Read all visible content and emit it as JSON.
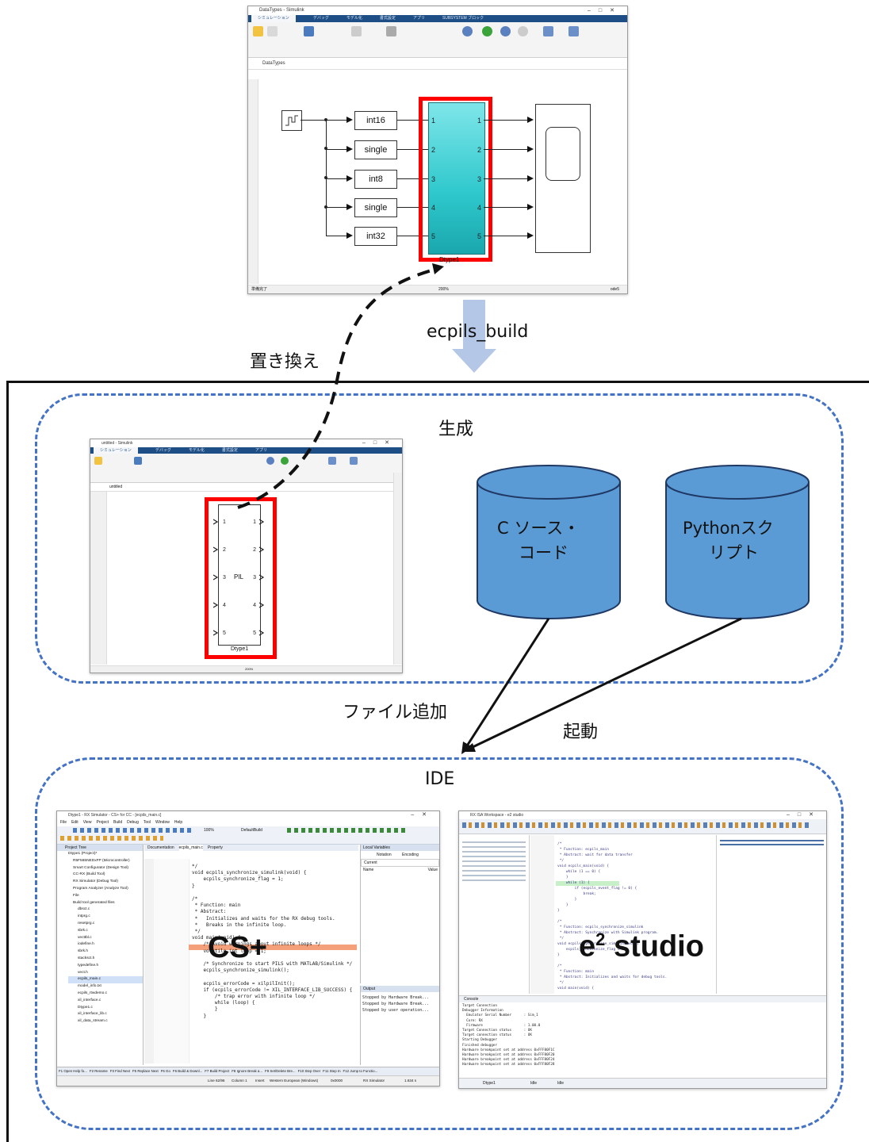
{
  "labels": {
    "build": "ecpils_build",
    "replace": "置き換え",
    "generate": "生成",
    "add_file": "ファイル追加",
    "launch": "起動",
    "ide": "IDE",
    "cs_plus": "CS+",
    "e2_base": "e",
    "e2_sup": "2",
    "e2_rest": " studio"
  },
  "top_window": {
    "title": "DataTypes - Simulink",
    "tabs": [
      "シミュレーション",
      "デバッグ",
      "モデル化",
      "書式設定",
      "アプリ",
      "SUBSYSTEM ブロック"
    ],
    "breadcrumb": "DataTypes",
    "signals": [
      "int16",
      "single",
      "int8",
      "single",
      "int32"
    ],
    "in_ports": [
      "1",
      "2",
      "3",
      "4",
      "5"
    ],
    "out_ports": [
      "1",
      "2",
      "3",
      "4",
      "5"
    ],
    "block_name": "Dtype1",
    "status_left": "準備完了",
    "status_zoom": "200%",
    "status_right": "ode5"
  },
  "mid_window": {
    "title": "untitled - Simulink",
    "breadcrumb": "untitled",
    "in_ports": [
      "1",
      "2",
      "3",
      "4",
      "5"
    ],
    "out_ports": [
      "1",
      "2",
      "3",
      "4",
      "5"
    ],
    "block_label": "PIL",
    "block_name": "Dtype1",
    "status_zoom": "200%"
  },
  "cylinders": {
    "c_source": [
      "C ソース・",
      "コード"
    ],
    "python": [
      "Pythonスク",
      "リプト"
    ]
  },
  "csplus_window": {
    "title": "Dtype1 - RX Simulator - CS+ for CC - [ecpils_main.c]",
    "menu": [
      "File",
      "Edit",
      "View",
      "Project",
      "Build",
      "Debug",
      "Tool",
      "Window",
      "Help"
    ],
    "zoom": "100%",
    "build_mode": "DefaultBuild",
    "project_tree_title": "Project Tree",
    "tree_items": [
      "Dtype1 (Project)*",
      "R5F565NEDxFP (Microcontroller)",
      "Smart Configurator (Design Tool)",
      "CC-RX (Build Tool)",
      "RX Simulator (Debug Tool)",
      "Program Analyzer (Analyze Tool)",
      "File",
      "Build tool generated files",
      "dbsct.c",
      "intprg.c",
      "resetprg.c",
      "sbrk.c",
      "vecttbl.c",
      "iodefine.h",
      "sbrk.h",
      "stacksct.h",
      "typedefine.h",
      "vect.h",
      "ecpils_main.c",
      "model_info.txt",
      "ecpils_rtwdemo.c",
      "xil_interface.c",
      "Dtype1.c",
      "xil_interface_lib.c",
      "xil_data_stream.c"
    ],
    "editor_tabs": [
      "Documentation",
      "ecpils_main.c",
      "Property"
    ],
    "local_vars_title": "Local Variables",
    "notation": "Notation",
    "encoding": "Encoding",
    "current": "Current",
    "col_name": "Name",
    "col_value": "Value",
    "output_title": "Output",
    "output_lines": [
      "Stopped by Hardware Break...",
      "Stopped by Hardware Break...",
      "Stopped by user operation..."
    ],
    "fkeys": [
      "F1 Open Help fo...",
      "F2 Rename",
      "F3 Find Next",
      "F5 Replace Next",
      "F6 Go",
      "F6 Build & Downl...",
      "F7 Build Project",
      "F8 Ignore Break a...",
      "F9 Set/Delete Bre...",
      "F10 Step Over",
      "F11 Step In",
      "F12 Jump to Functio..."
    ],
    "status": [
      "Line 62/96",
      "Column 1",
      "Insert",
      "Western European (Windows)",
      "0x0000",
      "RX Simulator",
      "1.634 s"
    ]
  },
  "e2_window": {
    "title": "RX ISA Workspace - e2 studio",
    "console_title": "Console",
    "status_left": "Dtype1",
    "status_mid": "Idle",
    "status_right": "Idle"
  },
  "colors": {
    "dash_blue": "#4472c4",
    "arrow_lightblue": "#b4c7e7",
    "cylinder_fill": "#5b9bd5",
    "cylinder_stroke": "#1f3864",
    "highlight_red": "#ff0000",
    "cyan_block": "#2ec8cc"
  }
}
